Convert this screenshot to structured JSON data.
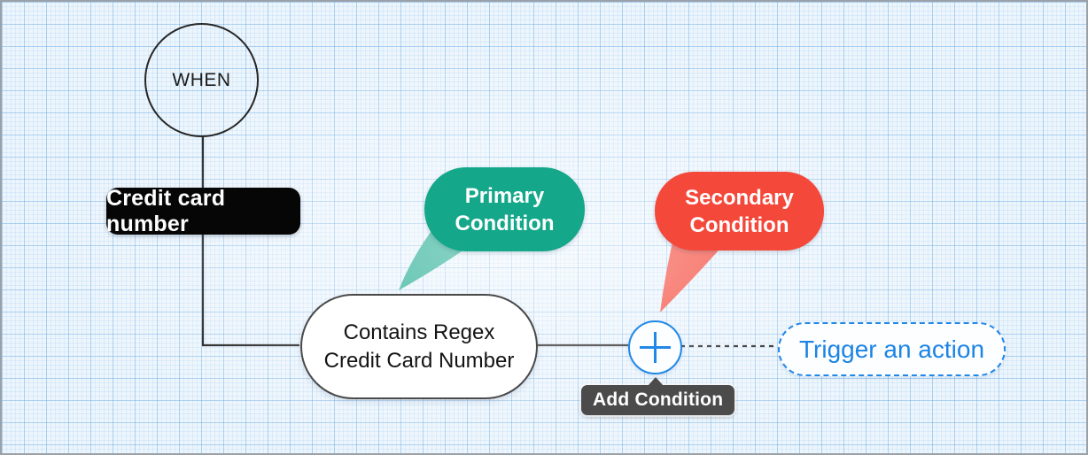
{
  "diagram": {
    "when_node": {
      "label": "WHEN"
    },
    "event_label": {
      "text": "Credit card number"
    },
    "primary_annotation": {
      "line1": "Primary",
      "line2": "Condition"
    },
    "secondary_annotation": {
      "line1": "Secondary",
      "line2": "Condition"
    },
    "condition_node": {
      "line1": "Contains Regex",
      "line2": "Credit Card Number"
    },
    "add_condition": {
      "icon": "plus",
      "tooltip": "Add Condition"
    },
    "trigger_action": {
      "label": "Trigger an action"
    }
  },
  "colors": {
    "annotation_green": "#14a78a",
    "annotation_red": "#f4483a",
    "accent_blue": "#2188e8",
    "tooltip_background": "#4b4b4b",
    "node_border": "#4a4a4a",
    "connector": "#1c1c1c",
    "grid_major": "#aed7f2",
    "canvas_background": "#edf5fc"
  }
}
